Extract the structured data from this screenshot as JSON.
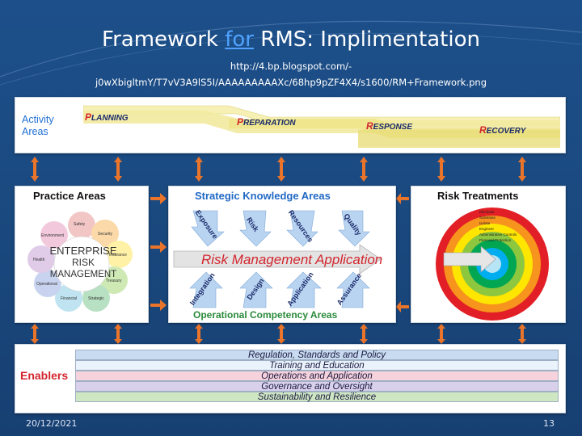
{
  "slide": {
    "title_pre": "Framework ",
    "title_link": "for",
    "title_post": " RMS: Implimentation",
    "url_line1": "http://4.bp.blogspot.com/-",
    "url_line2": "j0wXbigltmY/T7vV3A9lS5I/AAAAAAAAAXc/68hp9pZF4X4/s1600/RM+Framework.png",
    "date": "20/12/2021",
    "page_number": "13"
  },
  "framework": {
    "activity": {
      "label_line1": "Activity",
      "label_line2": "Areas",
      "phases": [
        {
          "initial": "P",
          "rest": "LANNING"
        },
        {
          "initial": "P",
          "rest": "REPARATION"
        },
        {
          "initial": "R",
          "rest": "ESPONSE"
        },
        {
          "initial": "R",
          "rest": "ECOVERY"
        }
      ]
    },
    "practice": {
      "title": "Practice Areas",
      "center_line1": "ENTERPRISE",
      "center_line2": "RISK",
      "center_line3": "MANAGEMENT",
      "petals": [
        "Safety",
        "Security",
        "Insurance",
        "Treasury",
        "Strategic",
        "Financial",
        "Operational",
        "Health",
        "Environment"
      ]
    },
    "strategic": {
      "title": "Strategic Knowledge Areas",
      "top_items": [
        "Exposure",
        "Risk",
        "Resources",
        "Quality"
      ],
      "banner": "Risk Management Application",
      "bottom_items": [
        "Integration",
        "Design",
        "Application",
        "Assurance"
      ],
      "bottom_title": "Operational Competency Areas"
    },
    "treatments": {
      "title": "Risk Treatments",
      "ring_labels": [
        "Eliminate",
        "Substitute",
        "Isolate",
        "Engineer",
        "Administrative Controls",
        "Personal Protection"
      ]
    },
    "enablers": {
      "label": "Enablers",
      "rows": [
        "Regulation, Standards and Policy",
        "Training and Education",
        "Operations and Application",
        "Governance and Oversight",
        "Sustainability and Resilience"
      ]
    }
  },
  "colors": {
    "background": "#1d4f8a",
    "accent_link": "#4fa3ff",
    "arrow": "#e9742a",
    "heading_blue": "#2169c4",
    "enablers_red": "#d3262e",
    "enabler_rows": [
      "#c9dbf0",
      "#eaf2fb",
      "#f6d2dc",
      "#d9d0ec",
      "#cfe6c3"
    ],
    "ring_colors": [
      "#e21f26",
      "#f7941d",
      "#ffe600",
      "#8dc63f",
      "#00a651",
      "#00aeef",
      "#b7e5f5"
    ]
  }
}
